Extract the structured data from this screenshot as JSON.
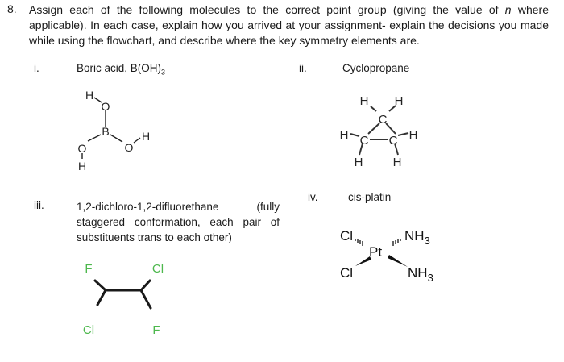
{
  "question": {
    "number": "8.",
    "text_before_n": "Assign each of the following molecules to the correct point group (giving the value of ",
    "n_symbol": "n",
    "text_after_n": " where applicable). In each case, explain how you arrived at your assignment- explain the decisions you made while using the flowchart, and describe where the key symmetry elements are."
  },
  "parts": [
    {
      "numeral": "i.",
      "label": "Boric acid, B(OH)",
      "label_subscript": "3",
      "atoms": {
        "B": "B",
        "O": "O",
        "H": "H"
      }
    },
    {
      "numeral": "ii.",
      "label": "Cyclopropane",
      "atoms": {
        "C": "C",
        "H": "H"
      }
    },
    {
      "numeral": "iii.",
      "label": "1,2-dichloro-1,2-difluorethane (fully staggered conformation, each pair of substituents trans to each other)",
      "atoms": {
        "F": "F",
        "Cl": "Cl"
      },
      "atom_color": "#4db84d"
    },
    {
      "numeral": "iv.",
      "label": "cis-platin",
      "atoms": {
        "Pt": "Pt",
        "Cl": "Cl",
        "NH": "NH",
        "sub3": "3"
      }
    }
  ]
}
